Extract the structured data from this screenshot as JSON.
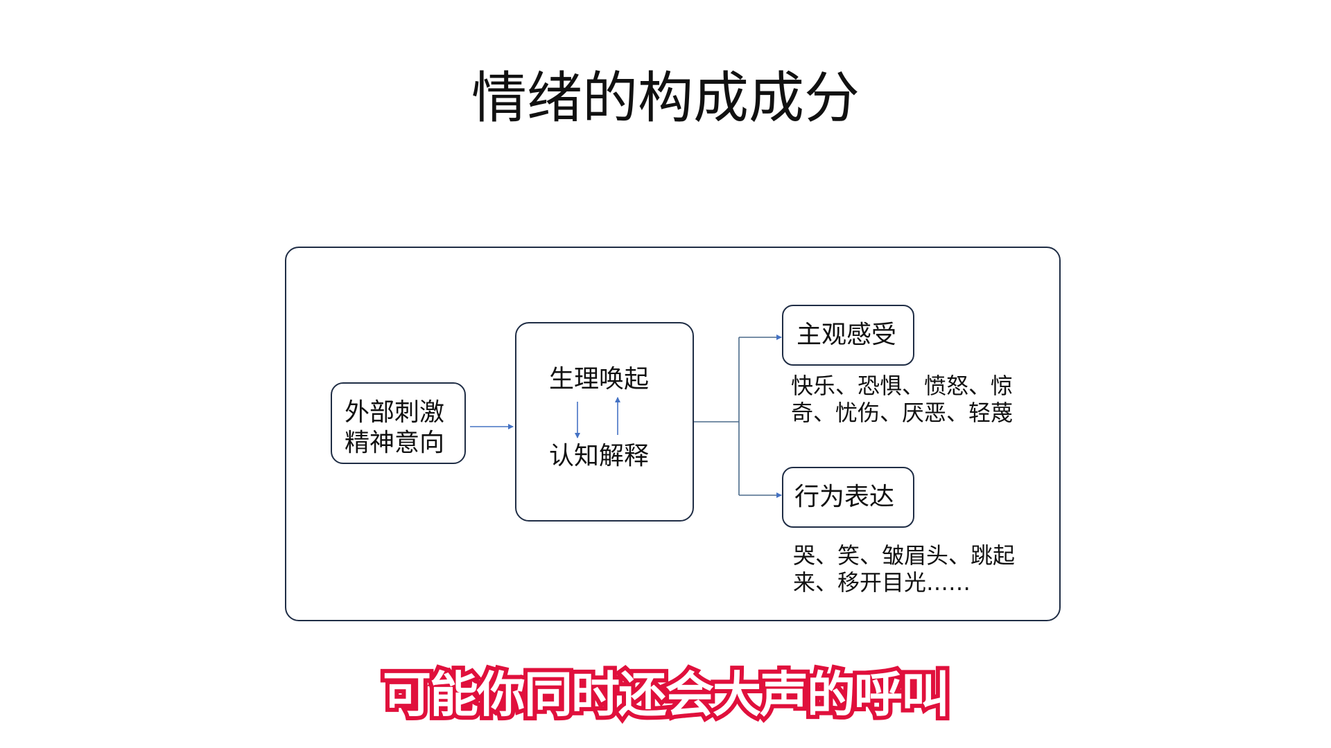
{
  "title": "情绪的构成成分",
  "diagram": {
    "stimulus": {
      "line1": "外部刺激",
      "line2": "精神意向"
    },
    "core": {
      "top": "生理唤起",
      "bottom": "认知解释"
    },
    "subjective": {
      "label": "主观感受",
      "examples_line1": "快乐、恐惧、愤怒、惊",
      "examples_line2": "奇、忧伤、厌恶、轻蔑"
    },
    "behavior": {
      "label": "行为表达",
      "examples_line1": "哭、笑、皱眉头、跳起",
      "examples_line2": "来、移开目光……"
    }
  },
  "subtitle": "可能你同时还会大声的呼叫",
  "colors": {
    "arrow": "#4472c4",
    "border": "#1f2d45",
    "subtitle_stroke": "#e0103c"
  }
}
